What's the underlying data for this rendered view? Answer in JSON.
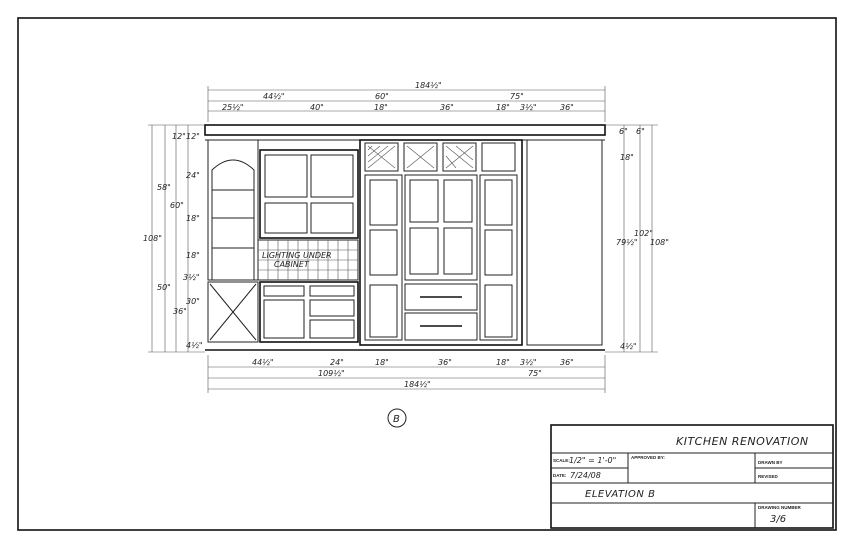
{
  "title_block": {
    "project": "KITCHEN RENOVATION",
    "scale_label": "SCALE:",
    "scale_value": "1/2\" = 1'-0\"",
    "date_label": "DATE:",
    "date_value": "7/24/08",
    "approved_label": "APPROVED BY:",
    "drawn_label": "DRAWN BY",
    "revised_label": "REVISED",
    "sheet_title": "ELEVATION B",
    "drawing_number_label": "DRAWING NUMBER",
    "drawing_number": "3/6"
  },
  "elevation_marker": "B",
  "note": {
    "line1": "LIGHTING UNDER",
    "line2": "CABINET"
  },
  "dims": {
    "top_overall": "184½\"",
    "top_mid": [
      "44½\"",
      "60\"",
      "75\""
    ],
    "top_detail": [
      "25½\"",
      "40\"",
      "18\"",
      "36\"",
      "18\"",
      "3½\"",
      "36\""
    ],
    "bottom_detail": [
      "44½\"",
      "24\"",
      "18\"",
      "36\"",
      "18\"",
      "3½\"",
      "36\""
    ],
    "bottom_mid": [
      "109½\"",
      "75\""
    ],
    "bottom_overall": "184½\"",
    "left_outer": "108\"",
    "left_mid": [
      "58\"",
      "50\""
    ],
    "left_inner": [
      "12\"",
      "60\"",
      "36\""
    ],
    "left_detail": [
      "12\"",
      "24\"",
      "18\"",
      "18\"",
      "3½\"",
      "30\"",
      "4½\""
    ],
    "right_inner": [
      "6\"",
      "18\"",
      "79½\"",
      "4½\""
    ],
    "right_mid": [
      "6\"",
      "102\""
    ],
    "right_outer": "108\""
  }
}
